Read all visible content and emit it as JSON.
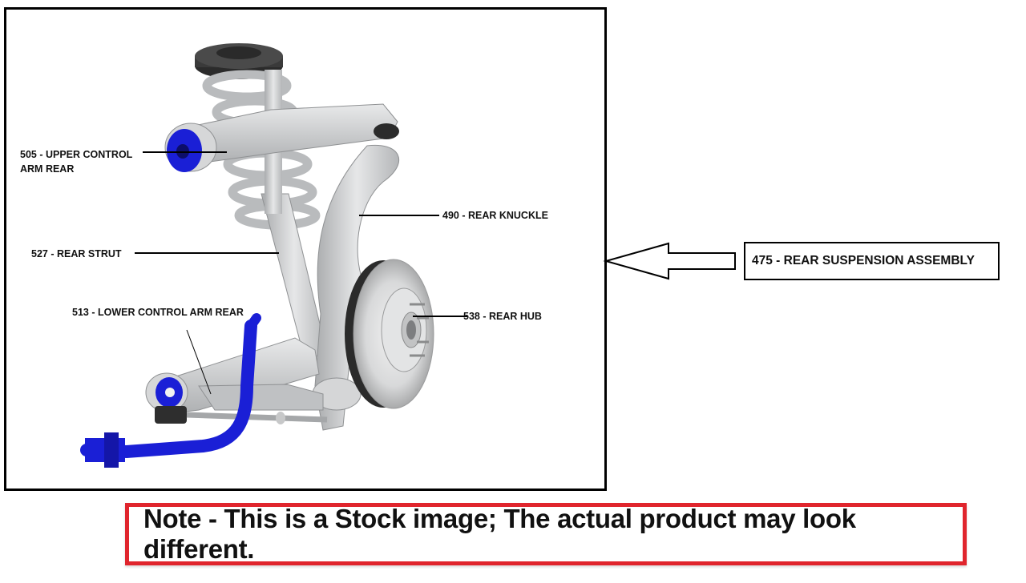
{
  "callouts": {
    "upper_control_arm": [
      "505 - UPPER CONTROL",
      "ARM REAR"
    ],
    "rear_knuckle": "490 - REAR KNUCKLE",
    "rear_strut": "527 - REAR STRUT",
    "lower_control_arm": "513 - LOWER CONTROL ARM REAR",
    "rear_hub": "538 - REAR HUB"
  },
  "assembly_label": "475 - REAR SUSPENSION ASSEMBLY",
  "note": "Note - This is a Stock image; The actual product may look different.",
  "colors": {
    "bushing_blue": "#1a1fd6",
    "metal_grey": "#c9cbcd",
    "note_border": "#e0252d"
  }
}
